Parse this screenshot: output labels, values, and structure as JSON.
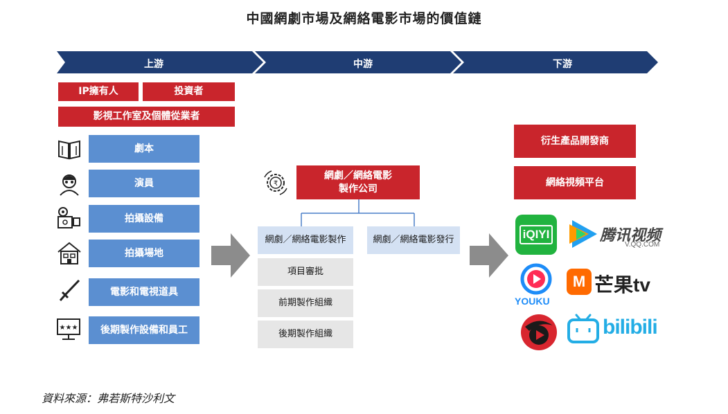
{
  "title": "中國網劇市場及網絡電影市場的價值鏈",
  "stages": [
    "上游",
    "中游",
    "下游"
  ],
  "upstream": {
    "top_boxes": [
      "IP擁有人",
      "投資者"
    ],
    "wide_box": "影視工作室及個體從業者",
    "items": [
      {
        "label": "劇本",
        "icon": "book-icon"
      },
      {
        "label": "演員",
        "icon": "actor-icon"
      },
      {
        "label": "拍攝設備",
        "icon": "camera-icon"
      },
      {
        "label": "拍攝場地",
        "icon": "house-icon"
      },
      {
        "label": "電影和電視道具",
        "icon": "sword-icon"
      },
      {
        "label": "後期製作設備和員工",
        "icon": "monitor-icon"
      }
    ]
  },
  "midstream": {
    "company": "網劇／網絡電影\n製作公司",
    "company_icon": "gear-yuan-icon",
    "production": "網劇／網絡電影製作",
    "distribution": "網劇／網絡電影發行",
    "steps": [
      "項目審批",
      "前期製作組織",
      "後期製作組織"
    ]
  },
  "downstream": {
    "boxes": [
      "衍生產品開發商",
      "網絡視頻平台"
    ],
    "logos": {
      "iqiyi": "iQIYI",
      "tencent": "腾讯视频",
      "tencent_url": "V.QQ.COM",
      "youku": "YOUKU",
      "mango": "芒果tv",
      "bilibili": "bilibili"
    }
  },
  "source": "資料來源：弗若斯特沙利文",
  "colors": {
    "red": "#c9252c",
    "blue": "#5b8fd1",
    "navy": "#1f3d73",
    "grey_arrow": "#8c8c8c"
  }
}
